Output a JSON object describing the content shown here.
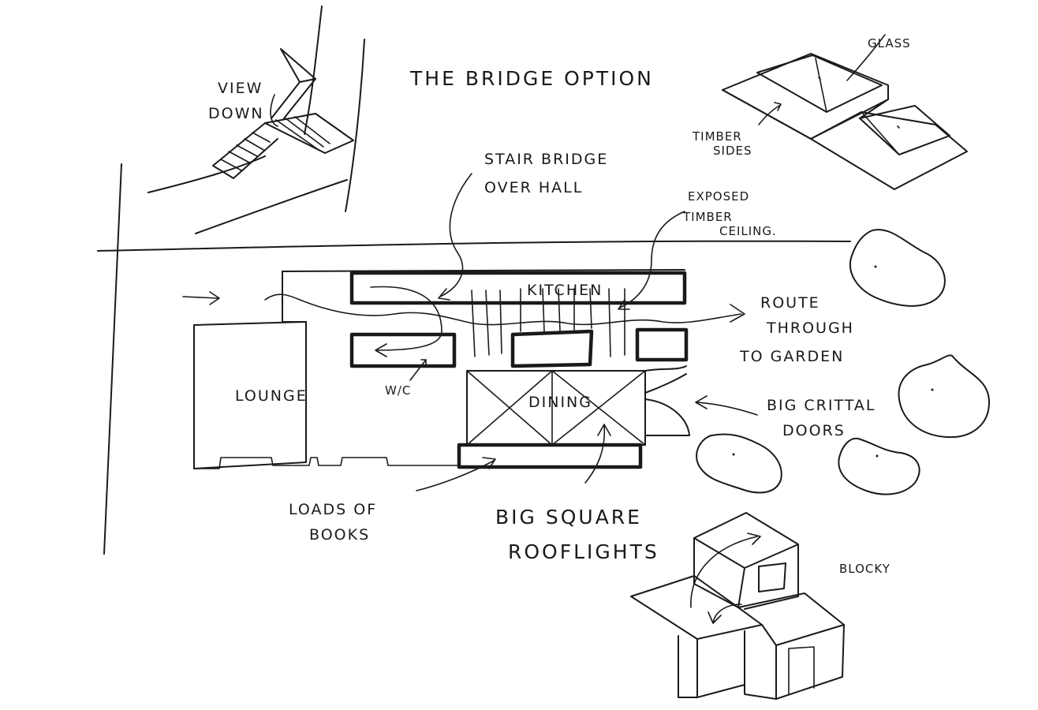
{
  "title": "THE BRIDGE OPTION",
  "labels": {
    "view_down_1": "VIEW",
    "view_down_2": "DOWN",
    "stair_bridge_1": "STAIR BRIDGE",
    "stair_bridge_2": "OVER HALL",
    "exposed_1": "EXPOSED",
    "exposed_2": "TIMBER",
    "exposed_3": "CEILING.",
    "kitchen": "KITCHEN",
    "route_1": "ROUTE",
    "route_2": "THROUGH",
    "route_3": "TO GARDEN",
    "lounge": "LOUNGE",
    "wc": "W/C",
    "dining": "DINING",
    "big_crittal_1": "BIG CRITTAL",
    "big_crittal_2": "DOORS",
    "loads_1": "LOADS OF",
    "loads_2": "BOOKS",
    "rooflights_1": "BIG SQUARE",
    "rooflights_2": "ROOFLIGHTS",
    "glass": "GLASS",
    "timber_sides_1": "TIMBER",
    "timber_sides_2": "SIDES",
    "blocky": "BLOCKY"
  }
}
